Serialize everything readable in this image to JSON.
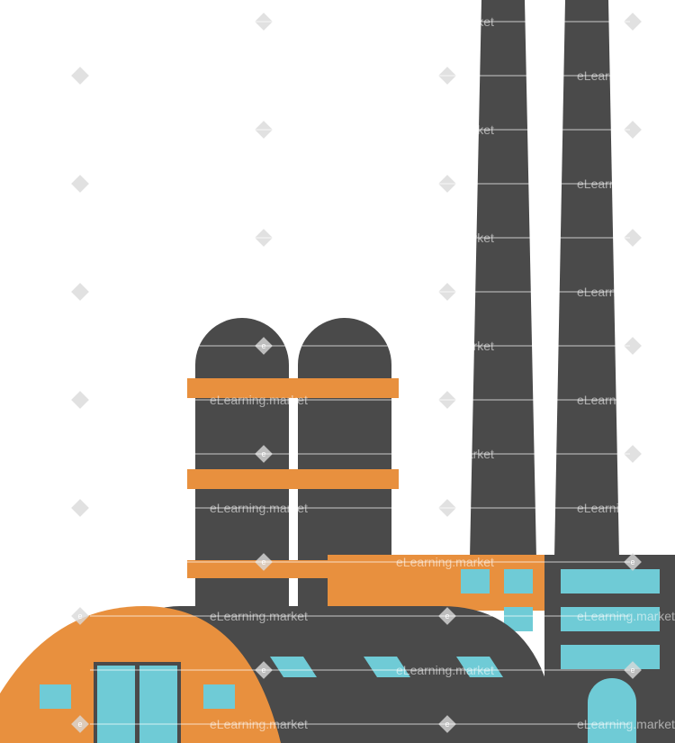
{
  "illustration": {
    "subject": "factory",
    "colors": {
      "dark": "#4a4a4a",
      "orange": "#e8903e",
      "window": "#6fcbd6",
      "background": "#ffffff",
      "watermark": "#d9d9d9"
    }
  },
  "watermark": {
    "text": "eLearning.market",
    "badge_letter": "e"
  }
}
